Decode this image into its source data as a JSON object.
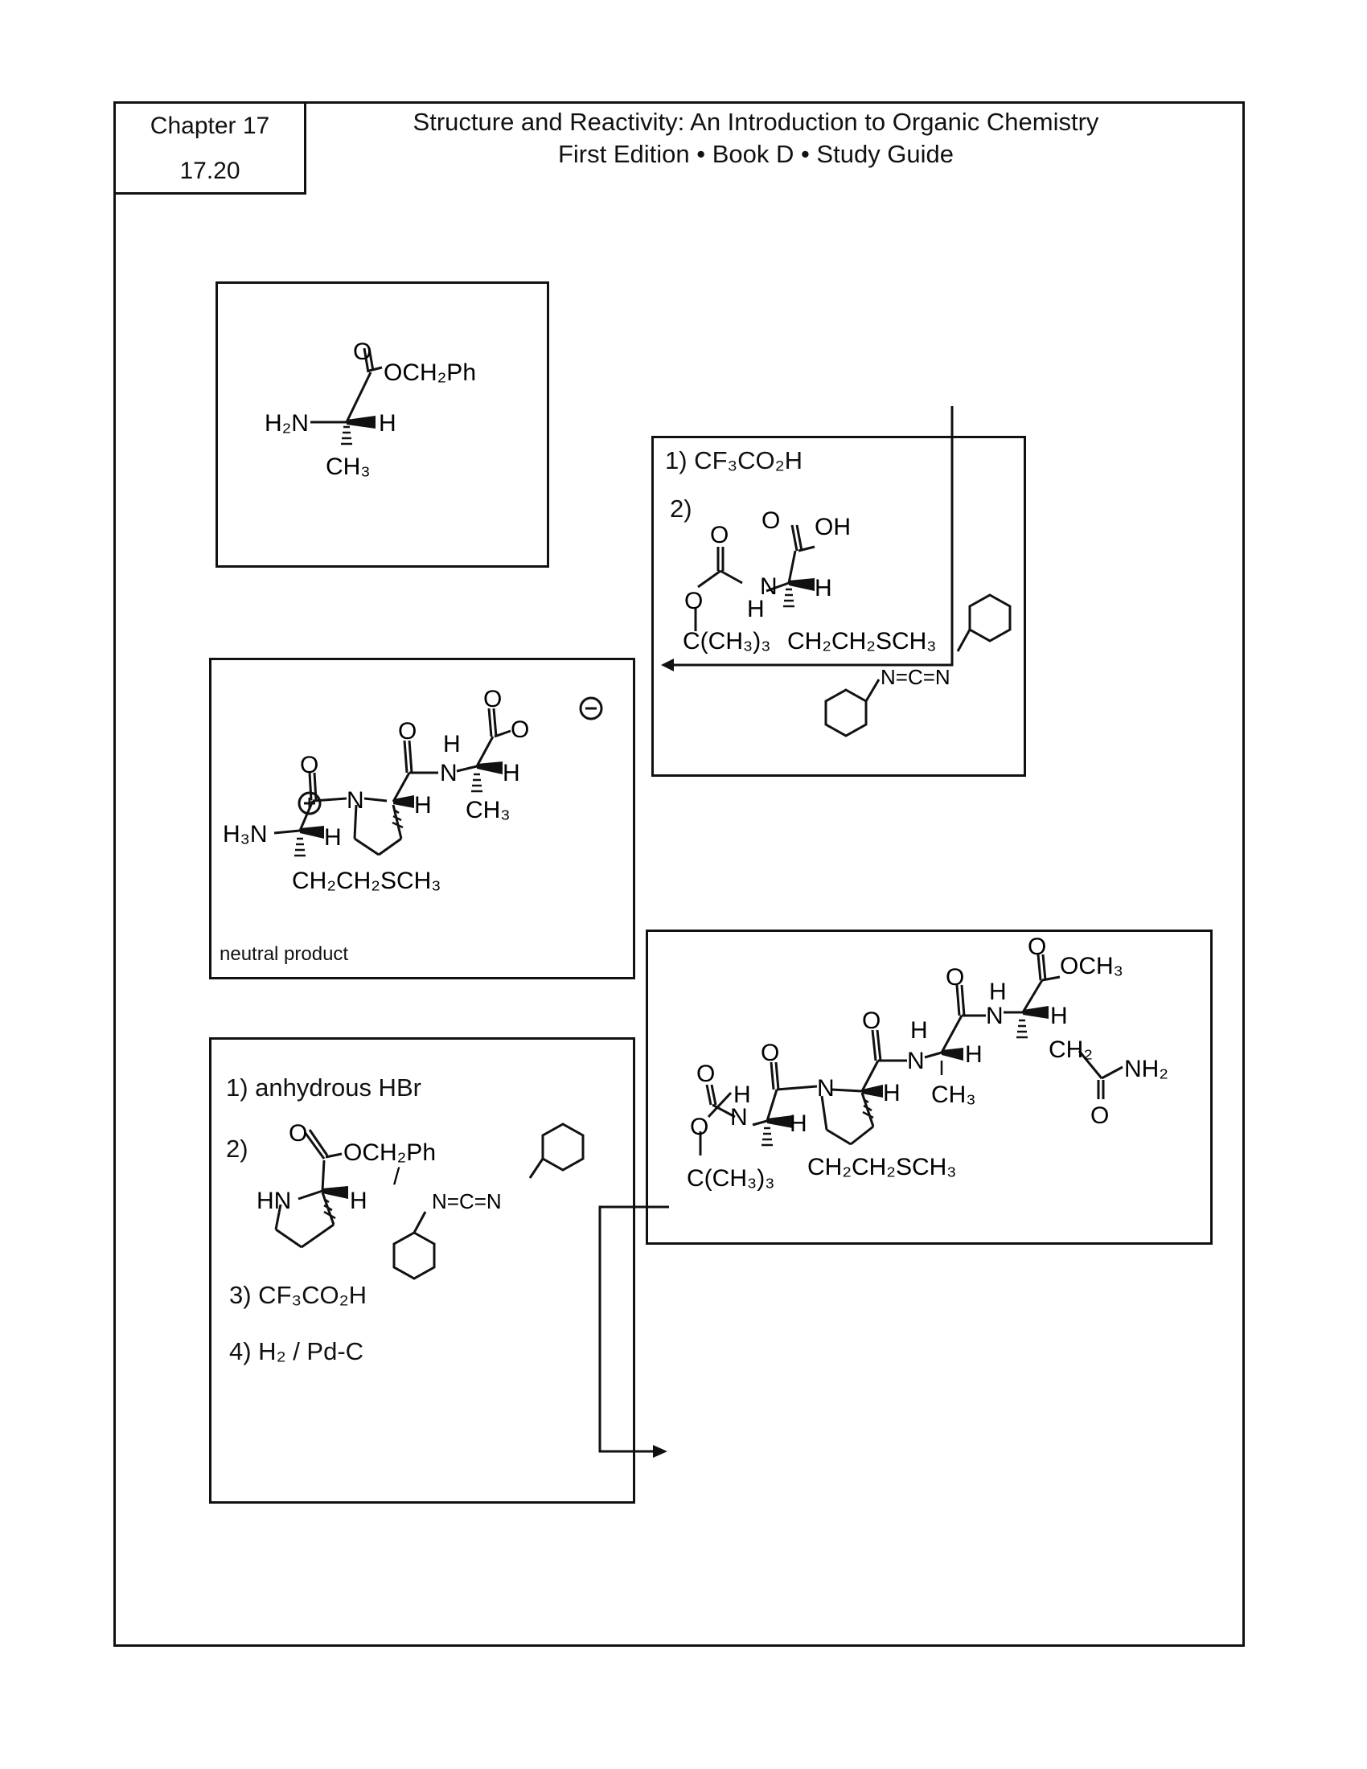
{
  "header": {
    "chapter": "Chapter 17",
    "problem": "17.20",
    "title_line1": "Structure and Reactivity: An Introduction to Organic Chemistry",
    "title_line2": "First Edition • Book D • Study Guide"
  },
  "box1": {
    "ester": "OCH₂Ph",
    "amine": "H₂N",
    "h": "H",
    "methyl": "CH₃",
    "carbonyl_o": "O"
  },
  "box2": {
    "step1": "1) CF₃CO₂H",
    "step2": "2)",
    "acid": "OH",
    "nh": "N",
    "nh_h": "H",
    "h": "H",
    "o": "O",
    "tbu": "C(CH₃)₃",
    "side_chain": "CH₂CH₂SCH₃",
    "dcc": "N=C=N"
  },
  "box3": {
    "ammonium": "H₃N",
    "side_chain": "CH₂CH₂SCH₃",
    "h": "H",
    "n": "N",
    "o": "O",
    "methyl": "CH₃",
    "caption": "neutral product"
  },
  "box4": {
    "step1": "1) anhydrous HBr",
    "step2": "2)",
    "ester": "OCH₂Ph",
    "hn": "HN",
    "h": "H",
    "slash": "/",
    "dcc": "N=C=N",
    "step3": "3) CF₃CO₂H",
    "step4": "4) H₂ / Pd-C"
  },
  "box5": {
    "ester": "OCH₃",
    "amide": "NH₂",
    "ch2": "CH₂",
    "methyl": "CH₃",
    "side_chain": "CH₂CH₂SCH₃",
    "tbu": "C(CH₃)₃",
    "h": "H",
    "n": "N",
    "o": "O"
  },
  "colors": {
    "ink": "#111111",
    "background": "#ffffff"
  }
}
